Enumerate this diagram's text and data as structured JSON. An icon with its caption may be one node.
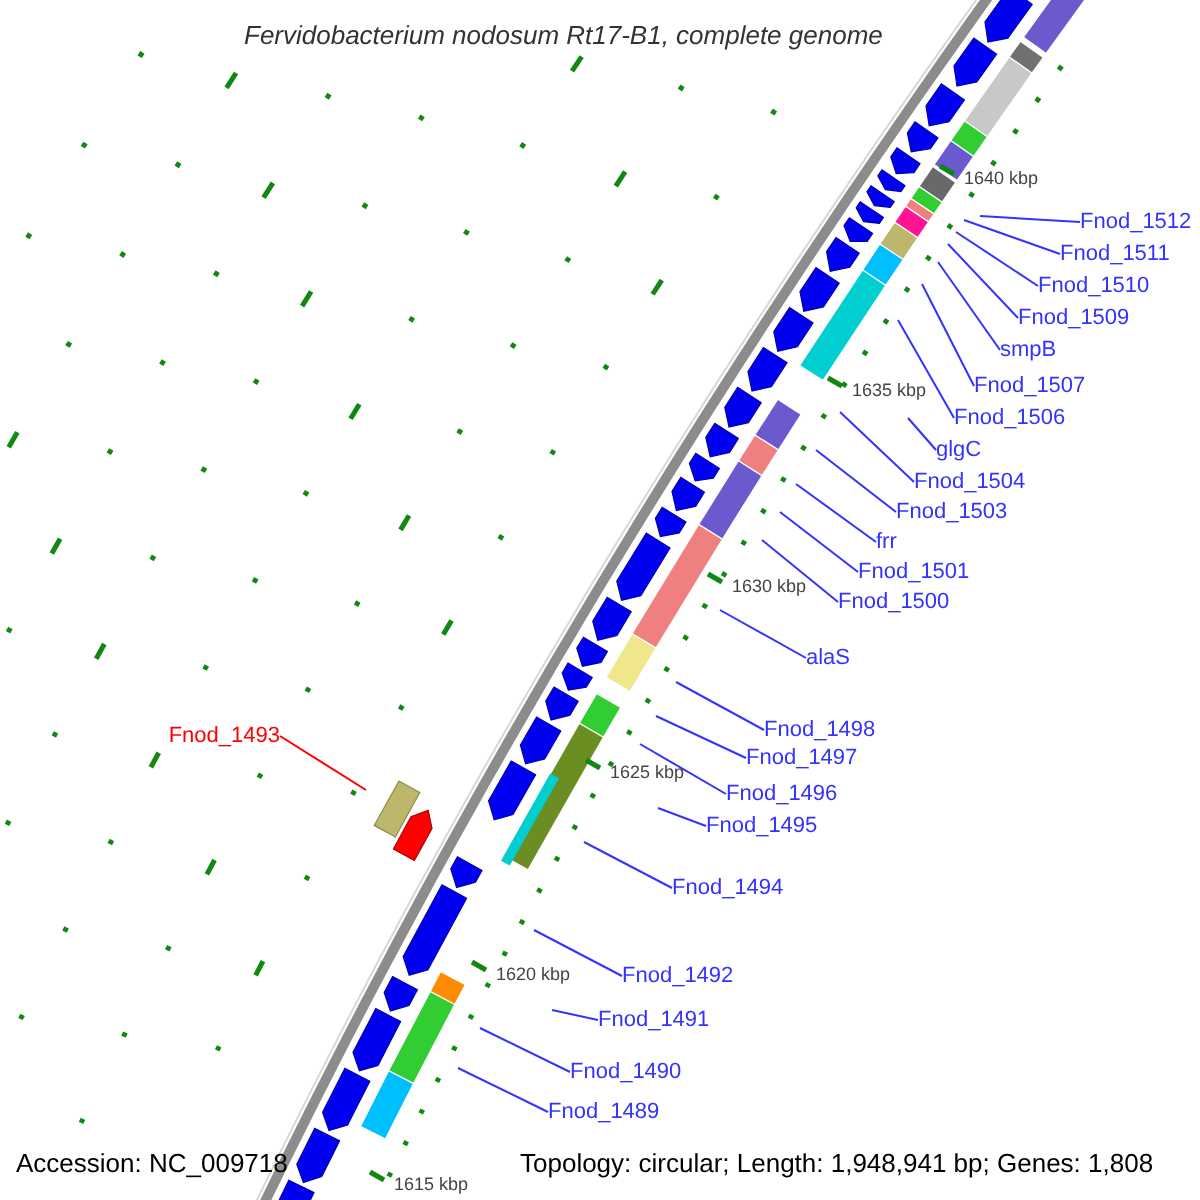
{
  "diagram": {
    "title": "Fervidobacterium nodosum Rt17-B1, complete genome",
    "nodes": [
      {
        "text": [
          "Fnod_1512"
        ]
      },
      {
        "text": [
          "Fnod_1511"
        ]
      },
      {
        "text": [
          "Fnod_1510"
        ]
      },
      {
        "text": [
          "Fnod_1509"
        ]
      },
      {
        "text": [
          "smpB"
        ]
      },
      {
        "text": [
          "Fnod_1507"
        ]
      },
      {
        "text": [
          "Fnod_1506"
        ]
      },
      {
        "text": [
          "glgC"
        ]
      },
      {
        "text": [
          "Fnod_1504"
        ]
      },
      {
        "text": [
          "Fnod_1503"
        ]
      },
      {
        "text": [
          "frr"
        ]
      },
      {
        "text": [
          "Fnod_1501"
        ]
      },
      {
        "text": [
          "Fnod_1500"
        ]
      },
      {
        "text": [
          "alaS"
        ]
      },
      {
        "text": [
          "Fnod_1498"
        ]
      },
      {
        "text": [
          "Fnod_1497"
        ]
      },
      {
        "text": [
          "Fnod_1496"
        ]
      },
      {
        "text": [
          "Fnod_1495"
        ]
      },
      {
        "text": [
          "Fnod_1494"
        ]
      },
      {
        "text": [
          "Fnod_1493"
        ]
      },
      {
        "text": [
          "Fnod_1492"
        ]
      },
      {
        "text": [
          "Fnod_1491"
        ]
      },
      {
        "text": [
          "Fnod_1490"
        ]
      },
      {
        "text": [
          "Fnod_1489"
        ]
      }
    ],
    "edges": [
      {
        "from": 0,
        "to": null,
        "arrow": "none"
      },
      {
        "from": 1,
        "to": null,
        "arrow": "none"
      },
      {
        "from": 2,
        "to": null,
        "arrow": "none"
      },
      {
        "from": 3,
        "to": null,
        "arrow": "none"
      },
      {
        "from": 4,
        "to": null,
        "arrow": "none"
      },
      {
        "from": 5,
        "to": null,
        "arrow": "none"
      },
      {
        "from": 6,
        "to": null,
        "arrow": "none"
      },
      {
        "from": 7,
        "to": null,
        "arrow": "none"
      },
      {
        "from": 8,
        "to": null,
        "arrow": "none"
      },
      {
        "from": 9,
        "to": null,
        "arrow": "none"
      },
      {
        "from": 10,
        "to": null,
        "arrow": "none"
      },
      {
        "from": 11,
        "to": null,
        "arrow": "none"
      },
      {
        "from": 12,
        "to": null,
        "arrow": "none"
      },
      {
        "from": 13,
        "to": null,
        "arrow": "none"
      },
      {
        "from": 14,
        "to": null,
        "arrow": "none"
      },
      {
        "from": 15,
        "to": null,
        "arrow": "none"
      },
      {
        "from": 16,
        "to": null,
        "arrow": "none"
      },
      {
        "from": 17,
        "to": null,
        "arrow": "none"
      },
      {
        "from": 18,
        "to": null,
        "arrow": "none"
      },
      {
        "from": 19,
        "to": null,
        "arrow": "none",
        "color": "#ff0000"
      },
      {
        "from": 20,
        "to": null,
        "arrow": "none"
      },
      {
        "from": 21,
        "to": null,
        "arrow": "none"
      },
      {
        "from": 22,
        "to": null,
        "arrow": "none"
      },
      {
        "from": 23,
        "to": null,
        "arrow": "none"
      }
    ],
    "labels": [
      "1640 kbp",
      "1635 kbp",
      "1630 kbp",
      "1625 kbp",
      "1620 kbp",
      "1615 kbp",
      "Accession: NC_009718",
      "Topology: circular; Length: 1,948,941 bp; Genes: 1,808"
    ]
  }
}
